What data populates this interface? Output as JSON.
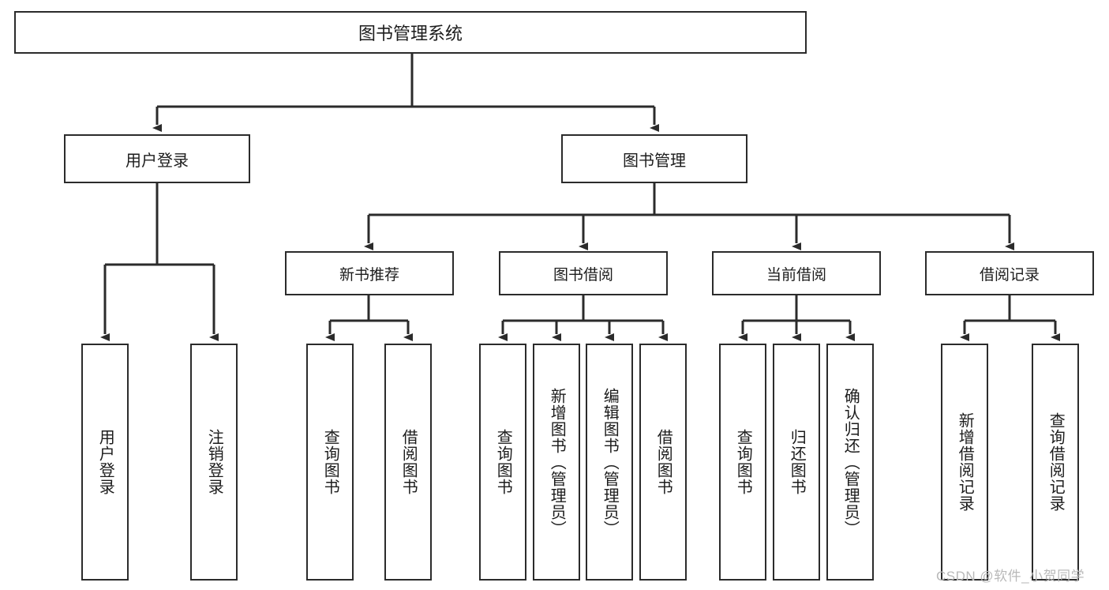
{
  "diagram": {
    "title": "图书管理系统",
    "type": "tree-hierarchy",
    "stroke_color": "#2b2b2b",
    "background_color": "#ffffff",
    "nodes": {
      "root": {
        "label": "图书管理系统"
      },
      "level2": [
        {
          "label": "用户登录"
        },
        {
          "label": "图书管理"
        }
      ],
      "level3": [
        {
          "label": "新书推荐"
        },
        {
          "label": "图书借阅"
        },
        {
          "label": "当前借阅"
        },
        {
          "label": "借阅记录"
        }
      ],
      "leaves": [
        {
          "label": "用户登录",
          "parent": "用户登录"
        },
        {
          "label": "注销登录",
          "parent": "用户登录"
        },
        {
          "label": "查询图书",
          "parent": "新书推荐"
        },
        {
          "label": "借阅图书",
          "parent": "新书推荐"
        },
        {
          "label": "查询图书",
          "parent": "图书借阅"
        },
        {
          "label": "新增图书（管理员）",
          "parent": "图书借阅"
        },
        {
          "label": "编辑图书（管理员）",
          "parent": "图书借阅"
        },
        {
          "label": "借阅图书",
          "parent": "图书借阅"
        },
        {
          "label": "查询图书",
          "parent": "当前借阅"
        },
        {
          "label": "归还图书",
          "parent": "当前借阅"
        },
        {
          "label": "确认归还（管理员）",
          "parent": "当前借阅"
        },
        {
          "label": "新增借阅记录",
          "parent": "借阅记录"
        },
        {
          "label": "查询借阅记录",
          "parent": "借阅记录"
        }
      ]
    }
  },
  "watermark": {
    "text": "CSDN @软件_小贺同学"
  }
}
